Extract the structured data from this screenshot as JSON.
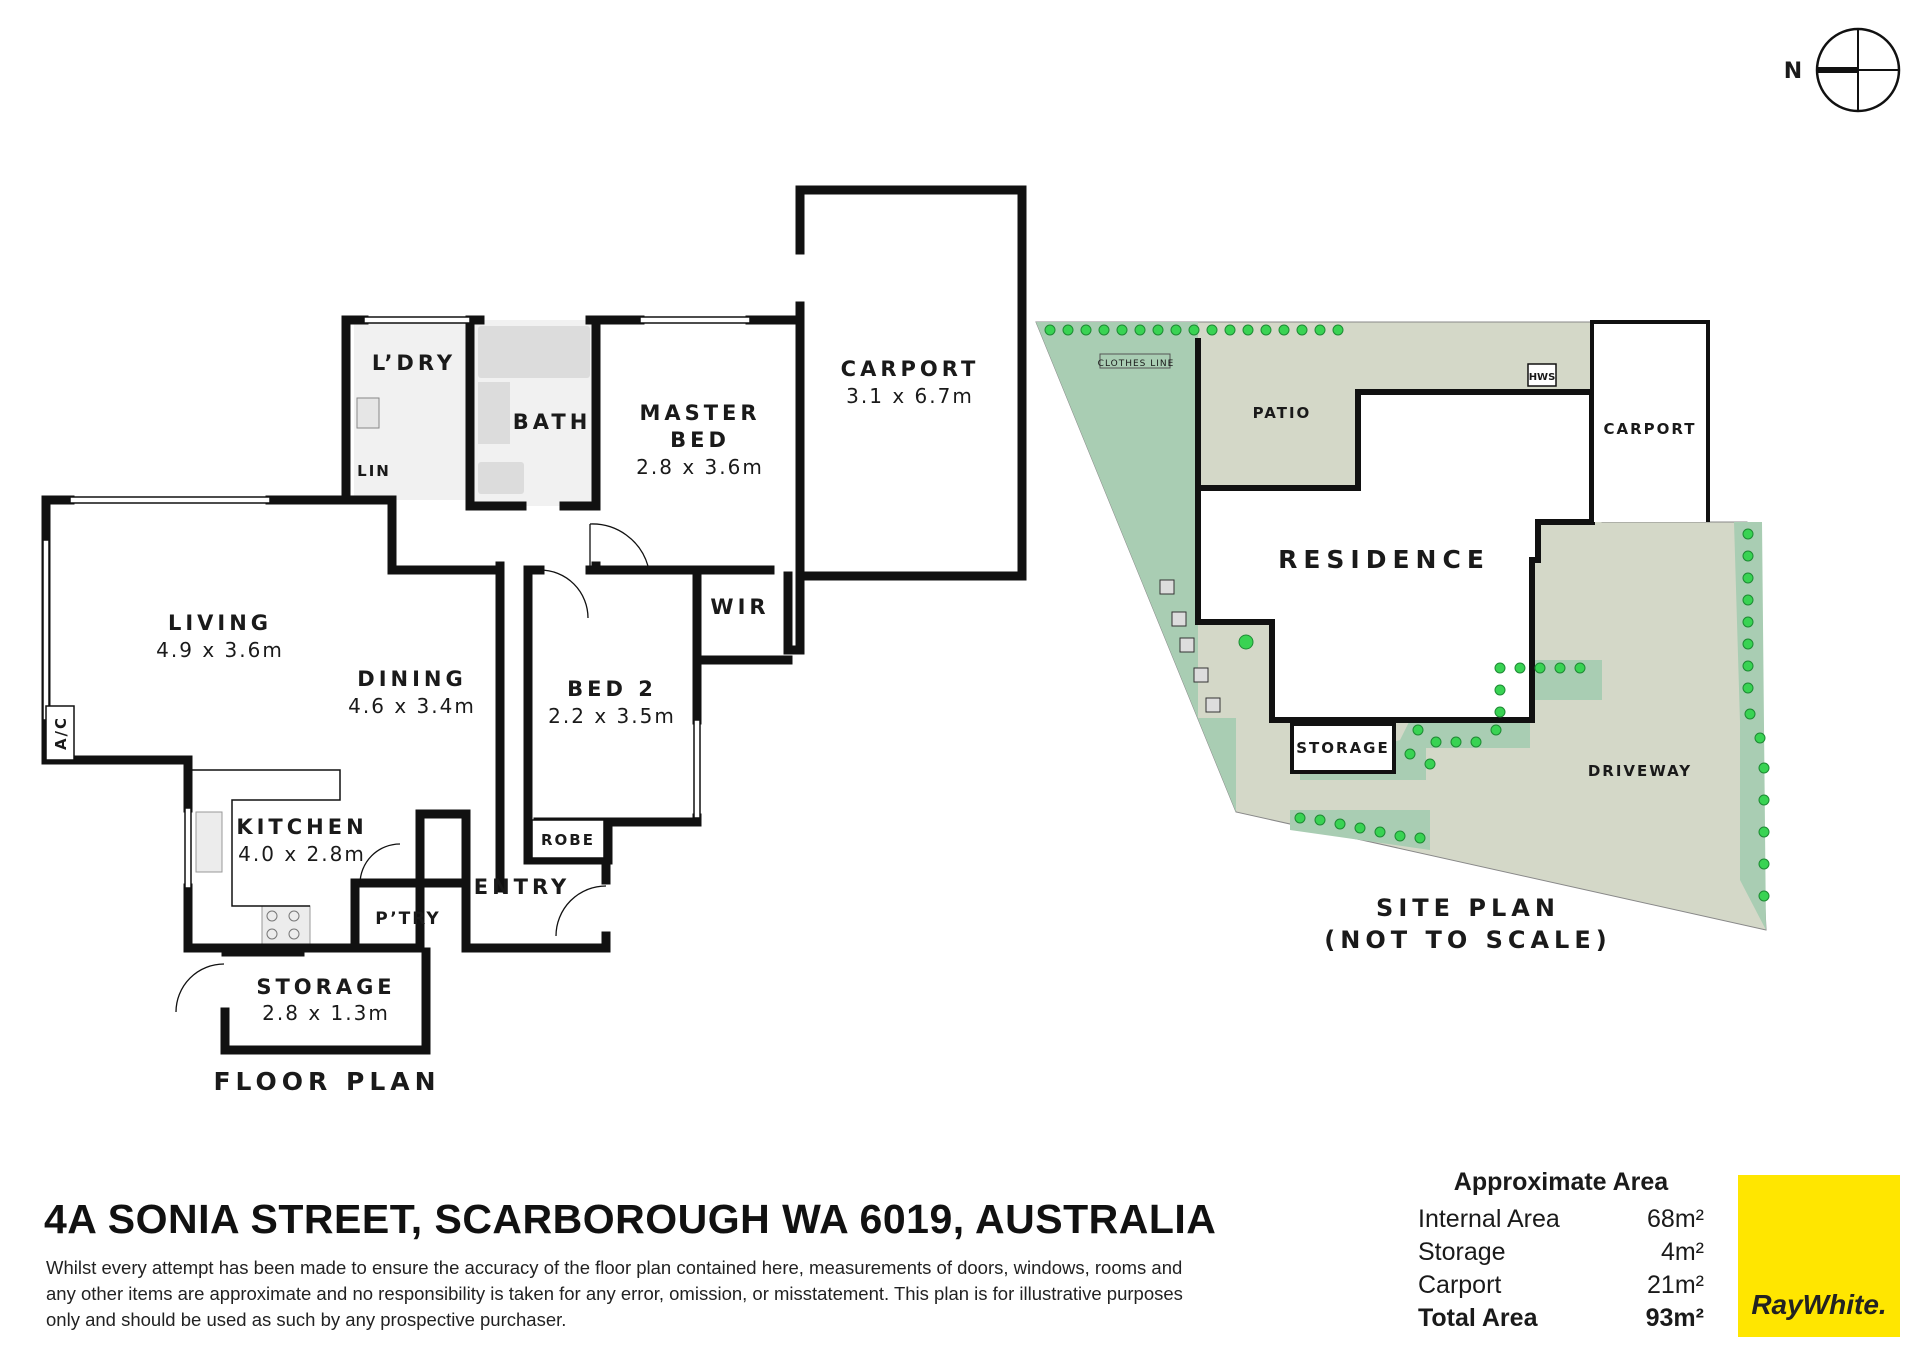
{
  "compass": {
    "label": "N",
    "icon": "north-compass-icon"
  },
  "floor_plan": {
    "title": "FLOOR PLAN",
    "rooms": {
      "laundry": {
        "name": "L’DRY"
      },
      "bath": {
        "name": "BATH"
      },
      "linen": {
        "name": "LIN"
      },
      "master_bed": {
        "name_line1": "MASTER",
        "name_line2": "BED",
        "size": "2.8 x 3.6m"
      },
      "carport": {
        "name": "CARPORT",
        "size": "3.1 x 6.7m"
      },
      "wir": {
        "name": "WIR"
      },
      "living": {
        "name": "LIVING",
        "size": "4.9 x 3.6m"
      },
      "dining": {
        "name": "DINING",
        "size": "4.6 x 3.4m"
      },
      "bed2": {
        "name": "BED 2",
        "size": "2.2 x 3.5m"
      },
      "robe": {
        "name": "ROBE"
      },
      "ac": {
        "name": "A/C"
      },
      "kitchen": {
        "name": "KITCHEN",
        "size": "4.0 x 2.8m"
      },
      "pantry": {
        "name": "P’TRY"
      },
      "entry": {
        "name": "ENTRY"
      },
      "storage": {
        "name": "STORAGE",
        "size": "2.8 x 1.3m"
      }
    }
  },
  "site_plan": {
    "title_line1": "SITE PLAN",
    "title_line2": "(NOT TO SCALE)",
    "labels": {
      "clothes_line": "CLOTHES LINE",
      "hws": "HWS",
      "patio": "PATIO",
      "carport": "CARPORT",
      "residence": "RESIDENCE",
      "storage": "STORAGE",
      "driveway": "DRIVEWAY"
    }
  },
  "colors": {
    "wall": "#111111",
    "garden": "#a9cdb3",
    "paved": "#d4d8c8",
    "shrub": "#39d353",
    "logo": "#ffe600"
  },
  "footer": {
    "address": "4A SONIA STREET, SCARBOROUGH WA 6019, AUSTRALIA",
    "disclaimer": "Whilst every attempt has been made to ensure the accuracy of the floor plan contained here, measurements of doors, windows, rooms and any other items are approximate and no responsibility is taken for any error, omission, or misstatement. This plan is for illustrative purposes only and should be used as such by any prospective purchaser."
  },
  "area": {
    "heading": "Approximate Area",
    "rows": [
      {
        "label": "Internal Area",
        "value": "68m²"
      },
      {
        "label": "Storage",
        "value": "4m²"
      },
      {
        "label": "Carport",
        "value": "21m²"
      }
    ],
    "total": {
      "label": "Total Area",
      "value": "93m²"
    }
  },
  "brand": {
    "name": "RayWhite."
  }
}
